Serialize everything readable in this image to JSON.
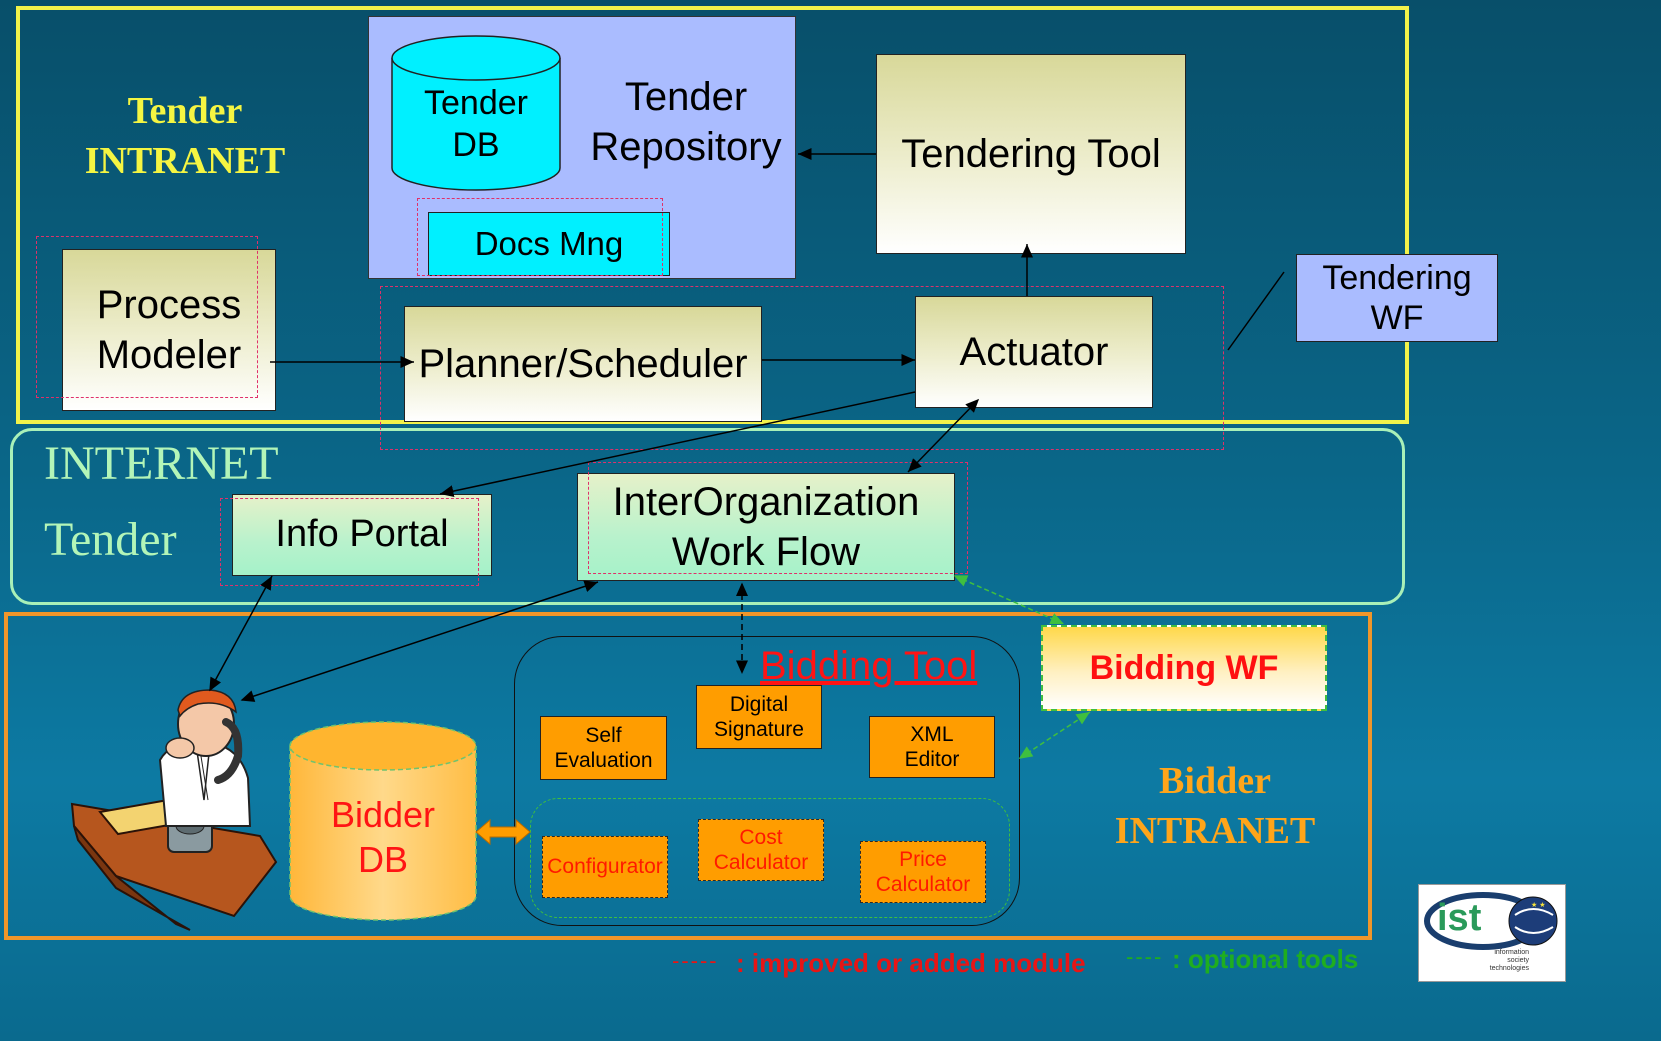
{
  "zones": {
    "tender_intranet": {
      "line1": "Tender",
      "line2": "INTRANET"
    },
    "internet": {
      "title": "INTERNET",
      "subtitle": "Tender"
    },
    "bidder_intranet": {
      "line1": "Bidder",
      "line2": "INTRANET"
    }
  },
  "tender_repository": {
    "db_label": "Tender\nDB",
    "repo_label": "Tender\nRepository",
    "docs": "Docs Mng"
  },
  "modules": {
    "tendering_tool": "Tendering Tool",
    "process_modeler": "Process\nModeler",
    "planner": "Planner/Scheduler",
    "actuator": "Actuator",
    "tendering_wf": "Tendering\nWF",
    "info_portal": "Info Portal",
    "interorg_wf": "InterOrganization\nWork Flow",
    "bidding_wf": "Bidding WF"
  },
  "bidding_tool": {
    "title": "Bidding Tool",
    "self_eval": "Self\nEvaluation",
    "digital_sig": "Digital\nSignature",
    "xml_editor": "XML\nEditor",
    "configurator": "Configurator",
    "cost_calc": "Cost\nCalculator",
    "price_calc": "Price\nCalculator"
  },
  "bidder_db": "Bidder\nDB",
  "legend": {
    "red_marker": "-----",
    "red_text": ": improved or added module",
    "green_marker": "----",
    "green_text": ": optional tools"
  },
  "logo": {
    "word": "ist",
    "tagline": "information\nsociety\ntechnologies"
  },
  "colors": {
    "tender_intranet_border": "#f2f24a",
    "internet_border": "#a9f0b8",
    "bidder_intranet_border": "#f0962a",
    "tender_label": "#f5f542",
    "internet_label": "#b3f5b8",
    "bidder_label": "#ffa51a",
    "bidding_tool_title": "#ff1414",
    "legend_red": "#e81515",
    "legend_green": "#1fae1f"
  }
}
